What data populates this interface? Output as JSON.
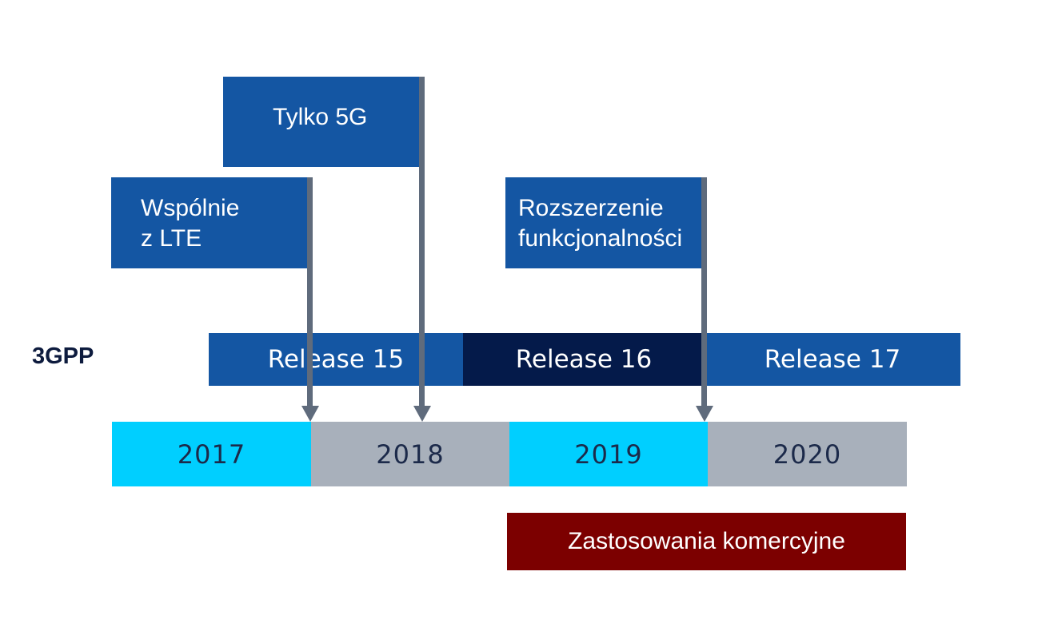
{
  "callouts": {
    "only5g": "Tylko 5G",
    "withlte": [
      "Wspólnie",
      "z LTE"
    ],
    "extension": [
      "Rozszerzenie",
      "funkcjonalności"
    ]
  },
  "row_label": "3GPP",
  "releases": [
    "Release 15",
    "Release 16",
    "Release 17"
  ],
  "years": [
    "2017",
    "2018",
    "2019",
    "2020"
  ],
  "commercial": "Zastosowania komercyjne",
  "colors": {
    "release_blue": "#1456a3",
    "release_dark": "#041a4a",
    "year_cyan": "#00cfff",
    "year_gray": "#a8b0bb",
    "commercial": "#7c0000",
    "connector": "#5f6b7c"
  }
}
